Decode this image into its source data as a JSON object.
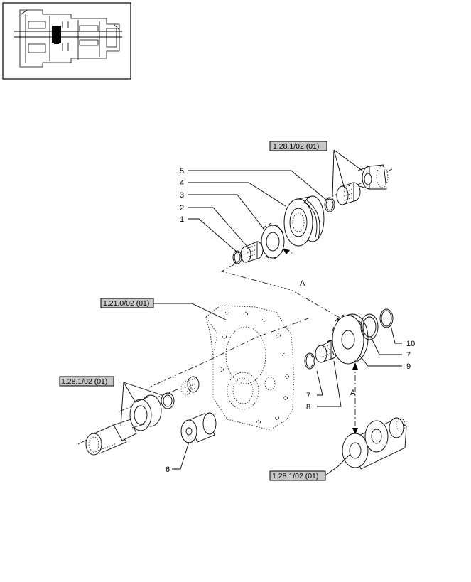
{
  "callouts": [
    "1",
    "2",
    "3",
    "4",
    "5",
    "6",
    "7",
    "7",
    "8",
    "9",
    "10"
  ],
  "references": {
    "ref_top": "1.28.1/02 (01)",
    "ref_housing": "1.21.0/02 (01)",
    "ref_left": "1.28.1/02 (01)",
    "ref_bottom": "1.28.1/02 (01)"
  },
  "axis_markers": [
    "A",
    "A"
  ]
}
